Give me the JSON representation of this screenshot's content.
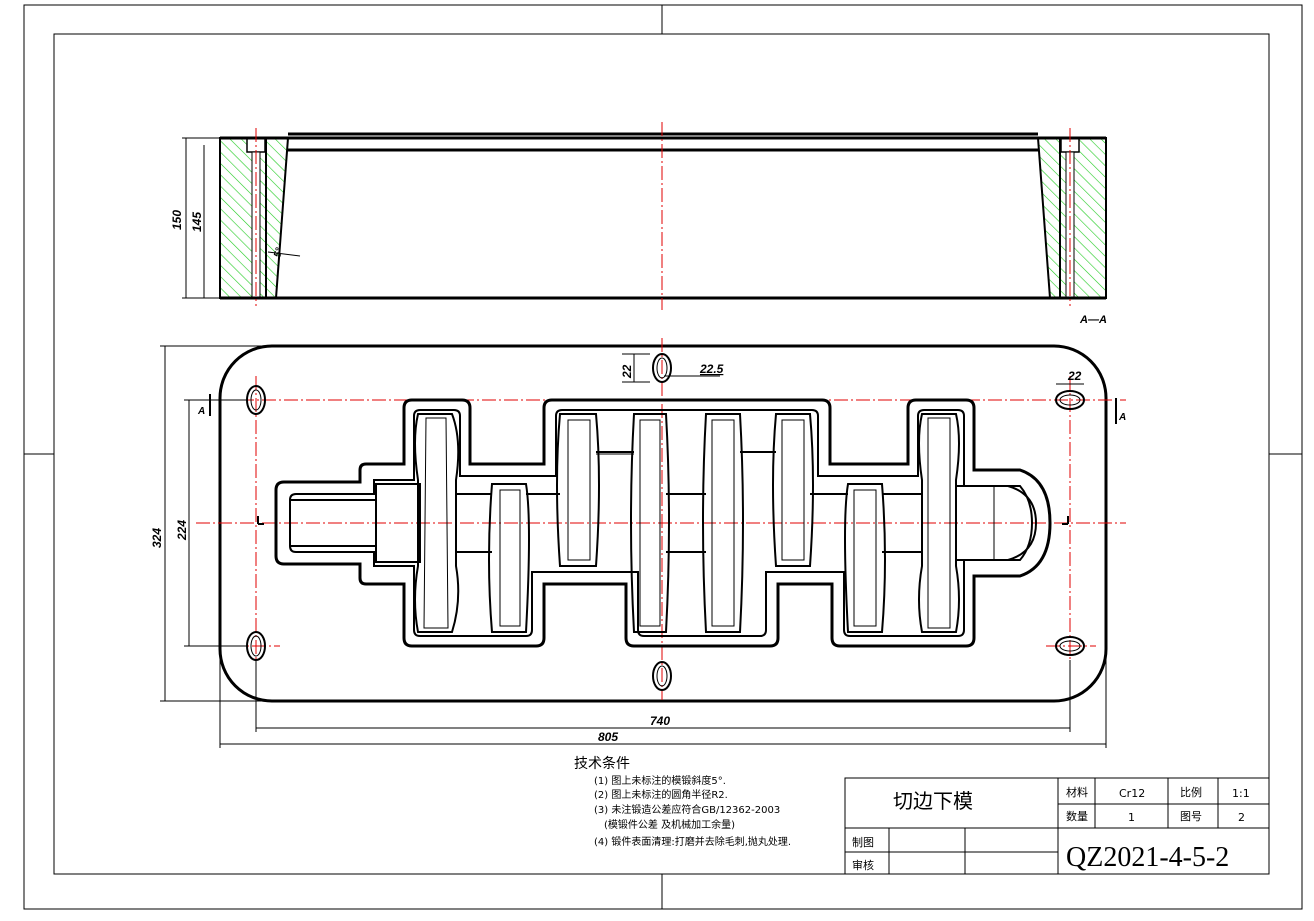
{
  "section_view": {
    "label": "A—A",
    "dims": {
      "overall_height": "150",
      "cavity_depth": "145",
      "draft": "5°"
    }
  },
  "plan_view": {
    "dims": {
      "hole_dia": "22",
      "hole_offset": "22.5",
      "hole_dia_right": "22",
      "inner_height": "224",
      "outer_height": "324",
      "hole_spacing": "740",
      "overall_length": "805"
    },
    "section_marks": {
      "left": "A",
      "right": "A"
    }
  },
  "tech_notes": {
    "title": "技术条件",
    "items": [
      "(1) 图上未标注的模锻斜度5°.",
      "(2) 图上未标注的圆角半径R2.",
      "(3) 未注锻造公差应符合GB/12362-2003",
      "(模锻件公差  及机械加工余量)",
      "(4)  锻件表面清理:打磨并去除毛刺,抛丸处理."
    ]
  },
  "title_block": {
    "part_name": "切边下模",
    "material_label": "材料",
    "material_value": "Cr12",
    "scale_label": "比例",
    "scale_value": "1:1",
    "qty_label": "数量",
    "qty_value": "1",
    "drawing_no_label": "图号",
    "drawing_no_value": "2",
    "drafted_label": "制图",
    "checked_label": "审核",
    "code": "QZ2021-4-5-2"
  },
  "colors": {
    "centerline": "#e00000",
    "hatch": "#22cc22",
    "line": "#000000"
  }
}
